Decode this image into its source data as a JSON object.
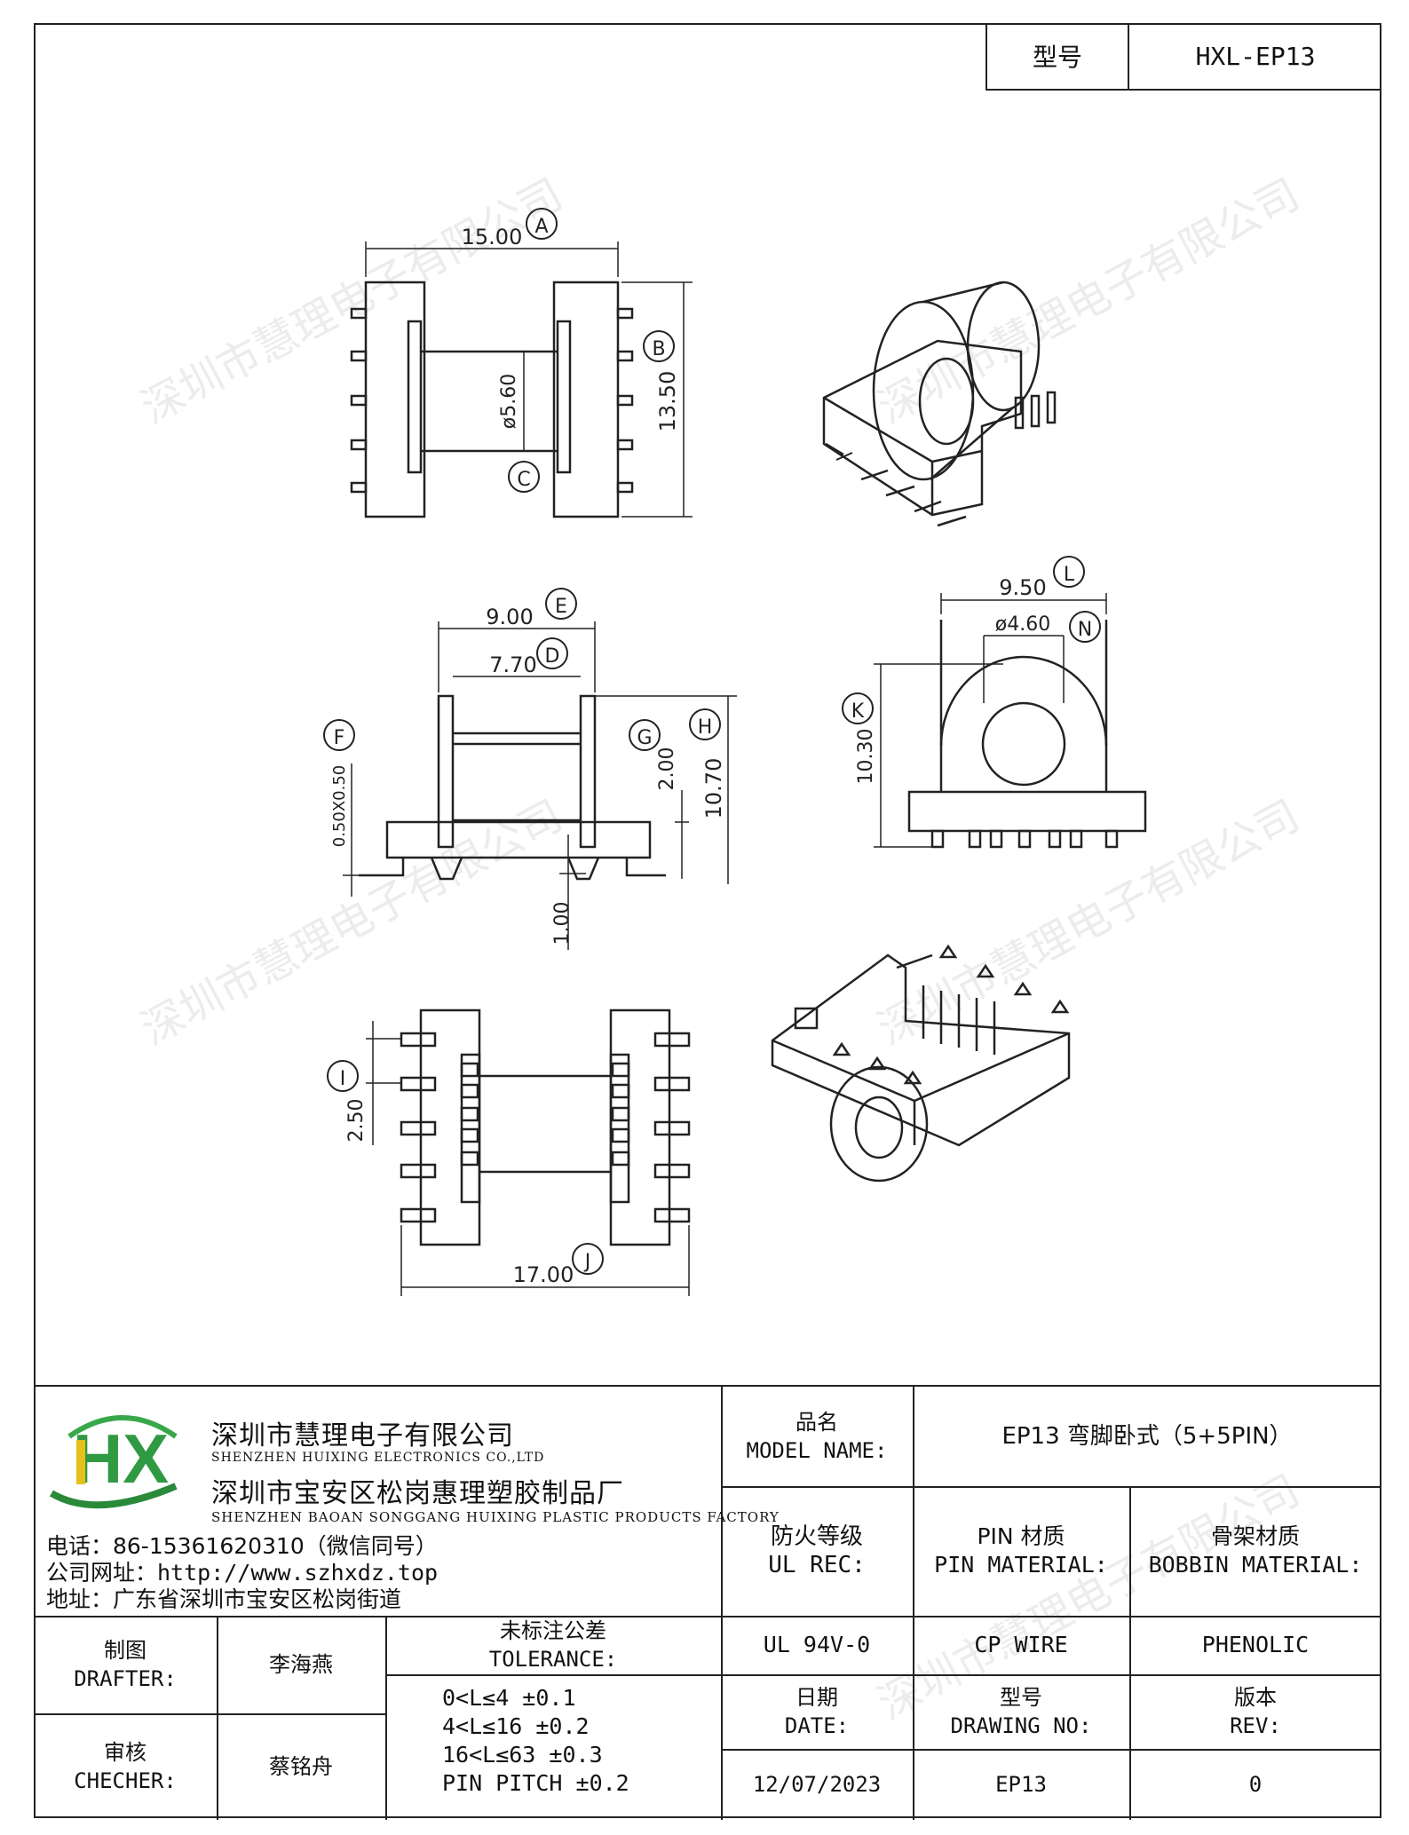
{
  "model_label": "型号",
  "model_value": "HXL-EP13",
  "watermark": "深圳市慧理电子有限公司",
  "dims": {
    "A": "A",
    "A_val": "15.00",
    "B": "B",
    "B_val": "13.50",
    "C": "C",
    "C_val": "ø5.60",
    "D": "D",
    "D_val": "7.70",
    "E": "E",
    "E_val": "9.00",
    "F": "F",
    "F_val": "0.50X0.50",
    "G": "G",
    "G_val": "2.00",
    "H": "H",
    "H_val": "10.70",
    "one": "1.00",
    "I": "I",
    "I_val": "2.50",
    "J": "J",
    "J_val": "17.00",
    "K": "K",
    "K_val": "10.30",
    "L": "L",
    "L_val": "9.50",
    "N": "N",
    "N_val": "ø4.60"
  },
  "company": {
    "logo_text": "HX",
    "name_cn": "深圳市慧理电子有限公司",
    "name_en": "SHENZHEN HUIXING ELECTRONICS CO.,LTD",
    "factory_cn": "深圳市宝安区松岗惠理塑胶制品厂",
    "factory_en": "SHENZHEN BAOAN SONGGANG HUIXING PLASTIC PRODUCTS FACTORY",
    "phone": "电话：86-15361620310（微信同号）",
    "website": "公司网址：http://www.szhxdz.top",
    "address": "地址：广东省深圳市宝安区松岗街道"
  },
  "title_block": {
    "model_name_cn": "品名",
    "model_name_en": "MODEL NAME:",
    "model_name_value": "EP13 弯脚卧式（5+5PIN）",
    "ul_cn": "防火等级",
    "ul_en": "UL REC:",
    "pin_cn": "PIN 材质",
    "pin_en": "PIN MATERIAL:",
    "bobbin_cn": "骨架材质",
    "bobbin_en": "BOBBIN MATERIAL:",
    "ul_value": "UL 94V-0",
    "pin_value": "CP WIRE",
    "bobbin_value": "PHENOLIC",
    "drafter_cn": "制图",
    "drafter_en": "DRAFTER:",
    "drafter_name": "李海燕",
    "checker_cn": "审核",
    "checker_en": "CHECHER:",
    "checker_name": "蔡铭舟",
    "tolerance_cn": "未标注公差",
    "tolerance_en": "TOLERANCE:",
    "tol_1": "0<L≤4  ±0.1",
    "tol_2": "4<L≤16 ±0.2",
    "tol_3": "16<L≤63 ±0.3",
    "tol_4": "PIN PITCH ±0.2",
    "date_cn": "日期",
    "date_en": "DATE:",
    "date_value": "12/07/2023",
    "drawing_cn": "型号",
    "drawing_en": "DRAWING NO:",
    "drawing_value": "EP13",
    "rev_cn": "版本",
    "rev_en": "REV:",
    "rev_value": "0"
  }
}
